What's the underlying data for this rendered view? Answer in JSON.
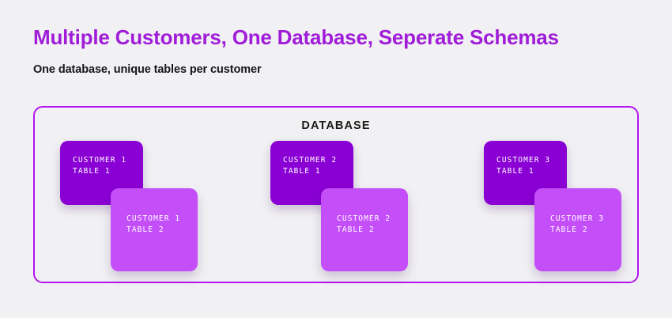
{
  "header": {
    "title": "Multiple Customers, One Database, Seperate Schemas",
    "subtitle": "One database, unique tables per customer"
  },
  "database": {
    "label": "DATABASE"
  },
  "groups": [
    {
      "name": "customer-1",
      "back_card": {
        "line1": "CUSTOMER 1",
        "line2": "TABLE 1"
      },
      "front_card": {
        "line1": "CUSTOMER 1",
        "line2": "TABLE 2"
      }
    },
    {
      "name": "customer-2",
      "back_card": {
        "line1": "CUSTOMER 2",
        "line2": "TABLE 1"
      },
      "front_card": {
        "line1": "CUSTOMER 2",
        "line2": "TABLE 2"
      }
    },
    {
      "name": "customer-3",
      "back_card": {
        "line1": "CUSTOMER 3",
        "line2": "TABLE 1"
      },
      "front_card": {
        "line1": "CUSTOMER 3",
        "line2": "TABLE 2"
      }
    }
  ],
  "colors": {
    "background": "#f1f1f4",
    "title_purple": "#a01cd8",
    "border_purple": "#b415f0",
    "card_dark": "#8a00d4",
    "card_light": "#c44ff9",
    "text_dark": "#16161a",
    "card_text": "#ffffff"
  }
}
